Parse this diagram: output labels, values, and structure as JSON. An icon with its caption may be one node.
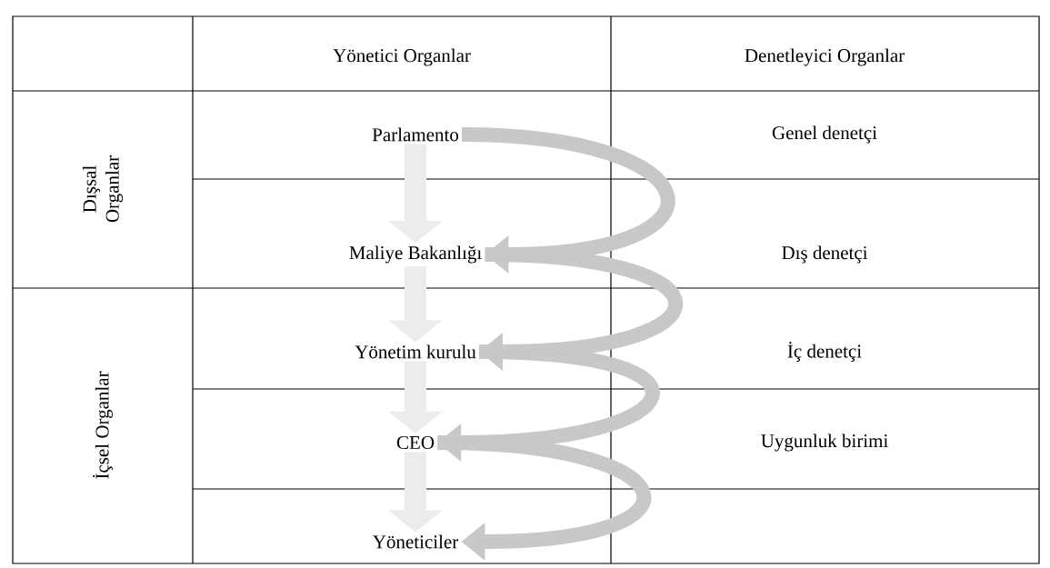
{
  "diagram": {
    "nodes": [
      {
        "text": [
          "Parlamento"
        ]
      },
      {
        "text": [
          "Maliye Bakanlığı"
        ]
      },
      {
        "text": [
          "Yönetim kurulu"
        ]
      },
      {
        "text": [
          "CEO"
        ]
      },
      {
        "text": [
          "Yöneticiler"
        ]
      }
    ],
    "edges": [
      {
        "from": 0,
        "to": 1,
        "arrow": "to"
      },
      {
        "from": 1,
        "to": 2,
        "arrow": "to"
      },
      {
        "from": 2,
        "to": 3,
        "arrow": "to"
      },
      {
        "from": 3,
        "to": 4,
        "arrow": "to"
      },
      {
        "from": 0,
        "to": 1,
        "arrow": "to",
        "color": "#c8c8c8"
      },
      {
        "from": 1,
        "to": 2,
        "arrow": "to",
        "color": "#c8c8c8"
      },
      {
        "from": 2,
        "to": 3,
        "arrow": "to",
        "color": "#c8c8c8"
      },
      {
        "from": 3,
        "to": 4,
        "arrow": "to",
        "color": "#c8c8c8"
      }
    ],
    "labels": [
      "Yönetici Organlar",
      "Denetleyici Organlar",
      "Dışsal Organlar",
      "Genel denetçi",
      "Dış denetçi",
      "İçsel Organlar",
      "İç denetçi",
      "Uygunluk birimi"
    ]
  }
}
